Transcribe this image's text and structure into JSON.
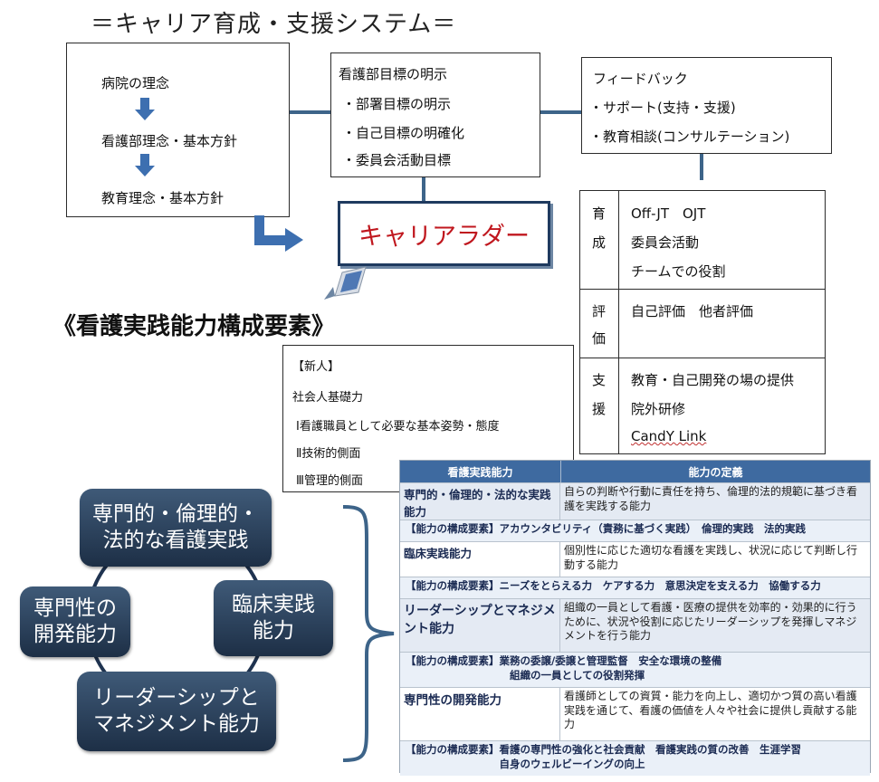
{
  "title": "＝キャリア育成・支援システム＝",
  "philosophy_box": {
    "items": [
      "病院の理念",
      "看護部理念・基本方針",
      "教育理念・基本方針"
    ]
  },
  "goals_box": {
    "items": [
      "看護部目標の明示",
      "・部署目標の明示",
      "・自己目標の明確化",
      "・委員会活動目標"
    ]
  },
  "feedback_box": {
    "items": [
      "フィードバック",
      "・サポート(支持・支援)",
      "・教育相談(コンサルテーション)"
    ]
  },
  "career_ladder": "キャリアラダー",
  "support_table": {
    "rows": [
      {
        "head": [
          "育",
          "成"
        ],
        "lines": [
          "Off-JT　OJT",
          "委員会活動",
          "チームでの役割"
        ]
      },
      {
        "head": [
          "評",
          "価"
        ],
        "lines": [
          "自己評価　他者評価"
        ]
      },
      {
        "head": [
          "支",
          "援"
        ],
        "lines": [
          "教育・自己開発の場の提供",
          "院外研修",
          "CandY Link"
        ]
      }
    ]
  },
  "section_title": "《看護実践能力構成要素》",
  "newcomer_box": {
    "items": [
      "【新人】",
      "社会人基礎力",
      "Ⅰ看護職員として必要な基本姿勢・態度",
      "Ⅱ技術的側面",
      "Ⅲ管理的側面"
    ]
  },
  "abilities": [
    "専門的・倫理的・\n法的な看護実践",
    "臨床実践\n能力",
    "リーダーシップと\nマネジメント能力",
    "専門性の\n開発能力"
  ],
  "ability_table": {
    "header": [
      "看護実践能力",
      "能力の定義"
    ],
    "rows": [
      {
        "cap": "専門的・倫理的・法的な実践能力",
        "def": "自らの判断や行動に責任を持ち、倫理的法的規範に基づき看護を実践する能力",
        "el": "【能力の構成要素】アカウンタビリティ（責務に基づく実践）　倫理的実践　法的実践"
      },
      {
        "cap": "臨床実践能力",
        "def": "個別性に応じた適切な看護を実践し、状況に応じて判断し行動する能力",
        "el": "【能力の構成要素】ニーズをとらえる力　ケアする力　意思決定を支える力　協働する力"
      },
      {
        "cap": "リーダーシップとマネジメント能力",
        "def": "組織の一員として看護・医療の提供を効率的・効果的に行うために、状況や役割に応じたリーダーシップを発揮しマネジメントを行う能力",
        "el": "【能力の構成要素】業務の委譲/委譲と管理監督　安全な環境の整備\n　　　　　　　　　　組織の一員としての役割発揮"
      },
      {
        "cap": "専門性の開発能力",
        "def": "看護師としての資質・能力を向上し、適切かつ質の高い看護実践を通じて、看護の価値を人々や社会に提供し貢献する能力",
        "el": "【能力の構成要素】看護の専門性の強化と社会貢献　看護実践の質の改善　生涯学習\n　　　　　　　　　自身のウェルビーイングの向上"
      }
    ]
  },
  "colors": {
    "accent_line": "#3d6489",
    "ladder_text": "#c0171e",
    "table_header": "#3e6aa0",
    "ability_fill": "#2b4261"
  }
}
